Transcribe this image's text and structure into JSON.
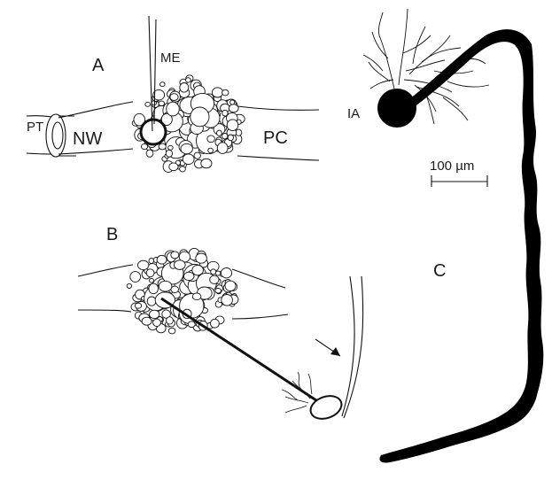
{
  "panels": {
    "a": {
      "label": "A",
      "me": "ME",
      "pt": "PT",
      "nw": "NW",
      "pc": "PC"
    },
    "b": {
      "label": "B"
    },
    "c": {
      "label": "C",
      "ia": "IA",
      "scale_bar": "100 µm"
    }
  }
}
